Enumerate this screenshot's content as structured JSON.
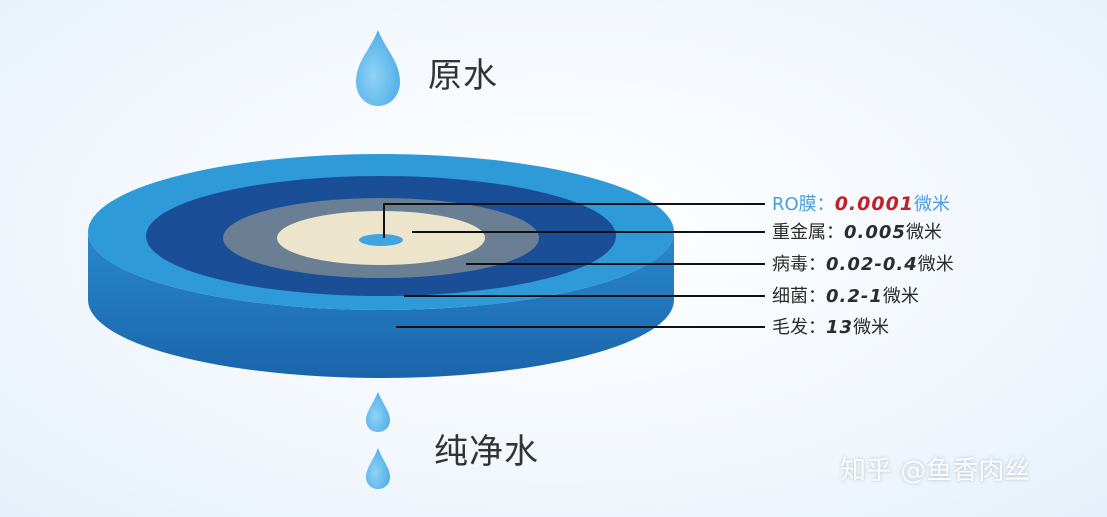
{
  "top": {
    "label": "原水"
  },
  "bottom": {
    "label": "纯净水"
  },
  "layers": [
    {
      "name": "RO膜：",
      "value": "0.0001",
      "unit": "微米"
    },
    {
      "name": "重金属：",
      "value": "0.005",
      "unit": "微米"
    },
    {
      "name": "病毒：",
      "value": "0.02-0.4",
      "unit": "微米"
    },
    {
      "name": "细菌：",
      "value": "0.2-1",
      "unit": "微米"
    },
    {
      "name": "毛发：",
      "value": "13",
      "unit": "微米"
    }
  ],
  "watermark": "知乎 @鱼香肉丝",
  "colors": {
    "drop": "#5bb8ee",
    "disc_outer": "#2f9ad8",
    "disc_side": "#1d6fb8",
    "disc_ring2": "#1a4f98",
    "disc_ring3": "#6a7f93",
    "disc_core": "#ece5cc",
    "disc_center": "#3fa4e0",
    "ro_value": "#c0202a"
  }
}
